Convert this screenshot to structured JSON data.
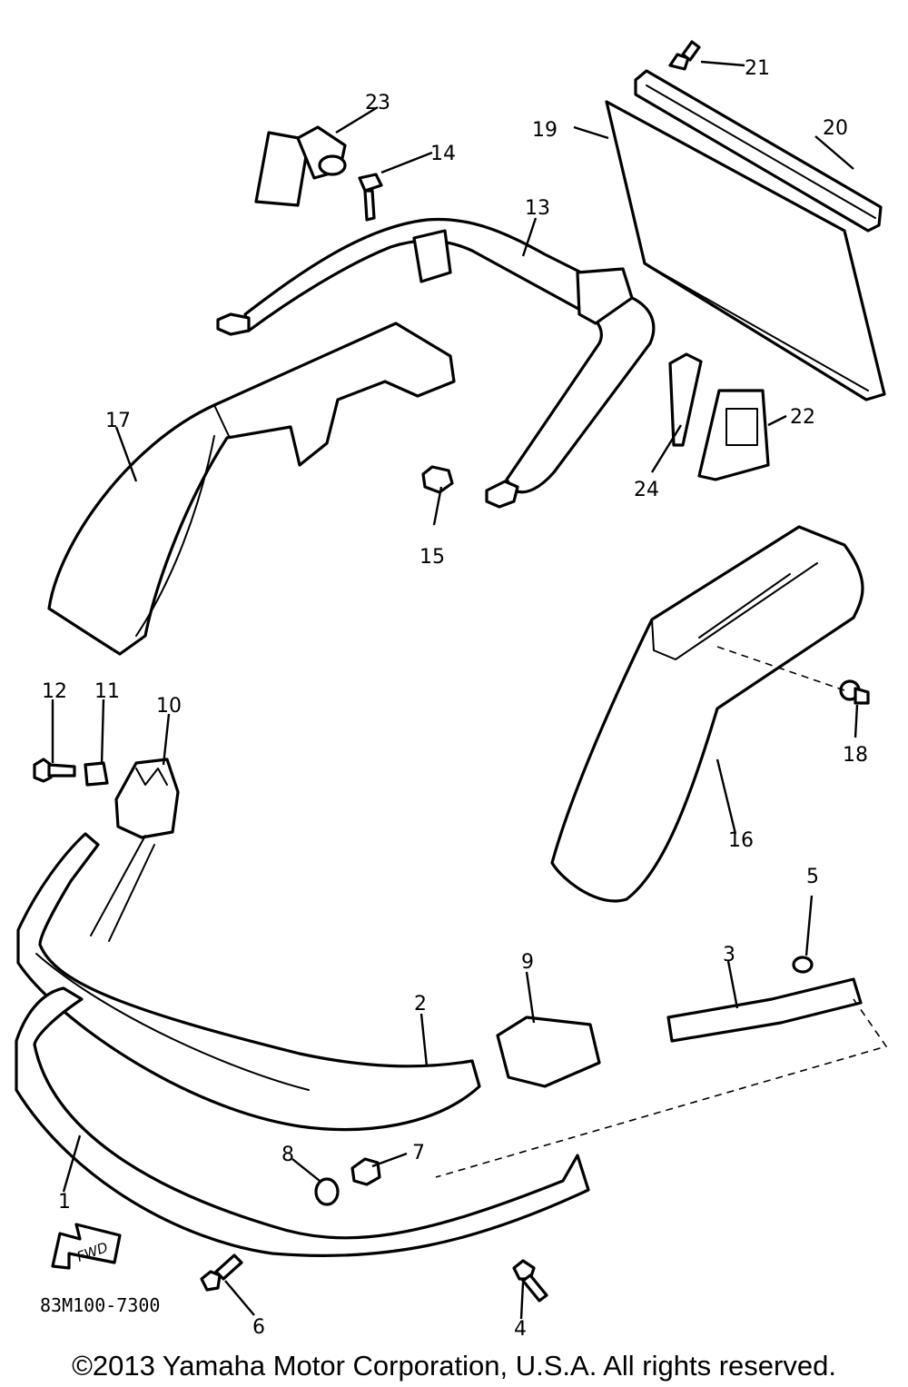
{
  "diagram": {
    "callouts": [
      "1",
      "2",
      "3",
      "4",
      "5",
      "6",
      "7",
      "8",
      "9",
      "10",
      "11",
      "12",
      "13",
      "14",
      "15",
      "16",
      "17",
      "18",
      "19",
      "20",
      "21",
      "22",
      "23",
      "24"
    ],
    "fwd_label": "FWD",
    "drawing_code": "83M100-7300",
    "copyright": "©2013 Yamaha Motor Corporation, U.S.A. All rights reserved."
  }
}
